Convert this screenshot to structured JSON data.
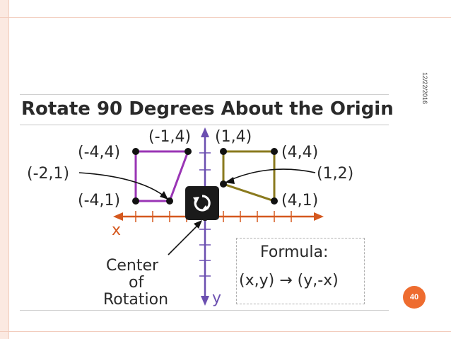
{
  "slide": {
    "date": "12/22/2016",
    "page_number": "40",
    "title": "Rotate 90 Degrees About the Origin"
  },
  "diagram": {
    "axis_labels": {
      "x": "x",
      "y": "y"
    },
    "points": {
      "p_neg4_4": "(-4,4)",
      "p_neg1_4": "(-1,4)",
      "p_1_4": "(1,4)",
      "p_4_4": "(4,4)",
      "p_neg2_1": "(-2,1)",
      "p_1_2": "(1,2)",
      "p_neg4_1": "(-4,1)",
      "p_4_1": "(4,1)"
    },
    "center_label": [
      "Center",
      "of",
      "Rotation"
    ],
    "formula_title": "Formula:",
    "formula": "(x,y) → (y,-x)",
    "colors": {
      "original_shape": "#9a35b5",
      "rotated_shape": "#8a7a1e",
      "x_axis": "#d5581e",
      "y_axis": "#6b4fb0",
      "text": "#2a2a2a",
      "page_badge": "#ee6c2f"
    },
    "rotate_icon": "rotate-icon"
  }
}
